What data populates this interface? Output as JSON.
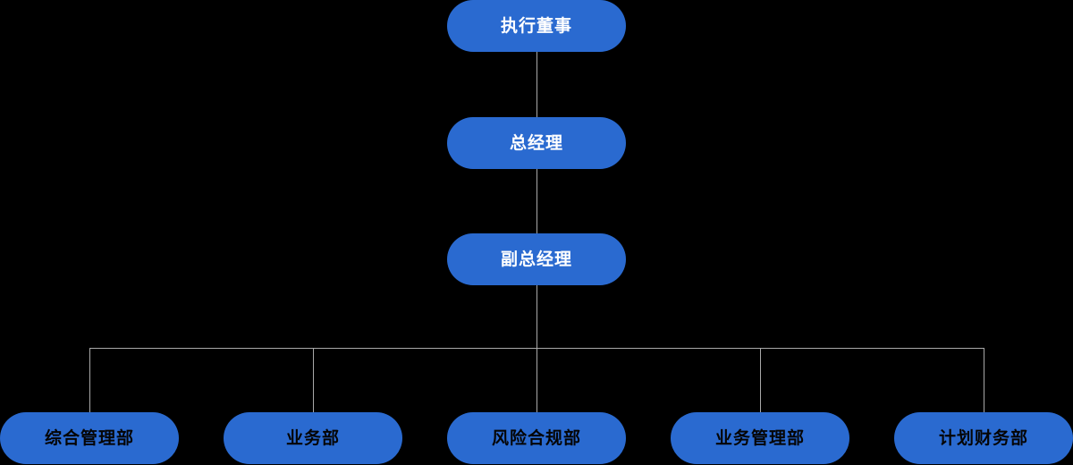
{
  "chart_data": {
    "type": "diagram",
    "subtype": "organization-chart",
    "title": "",
    "orientation": "top-down",
    "background_color": "#000000",
    "node_fill_color": "#2a6ad0",
    "connector_color": "#a9a9a9",
    "levels": [
      {
        "level": 1,
        "nodes": [
          "执行董事"
        ]
      },
      {
        "level": 2,
        "nodes": [
          "总经理"
        ]
      },
      {
        "level": 3,
        "nodes": [
          "副总经理"
        ]
      },
      {
        "level": 4,
        "nodes": [
          "综合管理部",
          "业务部",
          "风险合规部",
          "业务管理部",
          "计划财务部"
        ]
      }
    ],
    "edges": [
      {
        "from": "执行董事",
        "to": "总经理"
      },
      {
        "from": "总经理",
        "to": "副总经理"
      },
      {
        "from": "副总经理",
        "to": "综合管理部"
      },
      {
        "from": "副总经理",
        "to": "业务部"
      },
      {
        "from": "副总经理",
        "to": "风险合规部"
      },
      {
        "from": "副总经理",
        "to": "业务管理部"
      },
      {
        "from": "副总经理",
        "to": "计划财务部"
      }
    ]
  },
  "nodes": {
    "executive_director": {
      "label": "执行董事",
      "text_color": "#ffffff"
    },
    "general_manager": {
      "label": "总经理",
      "text_color": "#ffffff"
    },
    "deputy_general_manager": {
      "label": "副总经理",
      "text_color": "#ffffff"
    },
    "departments": [
      {
        "label": "综合管理部",
        "text_color": "#050505"
      },
      {
        "label": "业务部",
        "text_color": "#050505"
      },
      {
        "label": "风险合规部",
        "text_color": "#050505"
      },
      {
        "label": "业务管理部",
        "text_color": "#050505"
      },
      {
        "label": "计划财务部",
        "text_color": "#050505"
      }
    ]
  }
}
